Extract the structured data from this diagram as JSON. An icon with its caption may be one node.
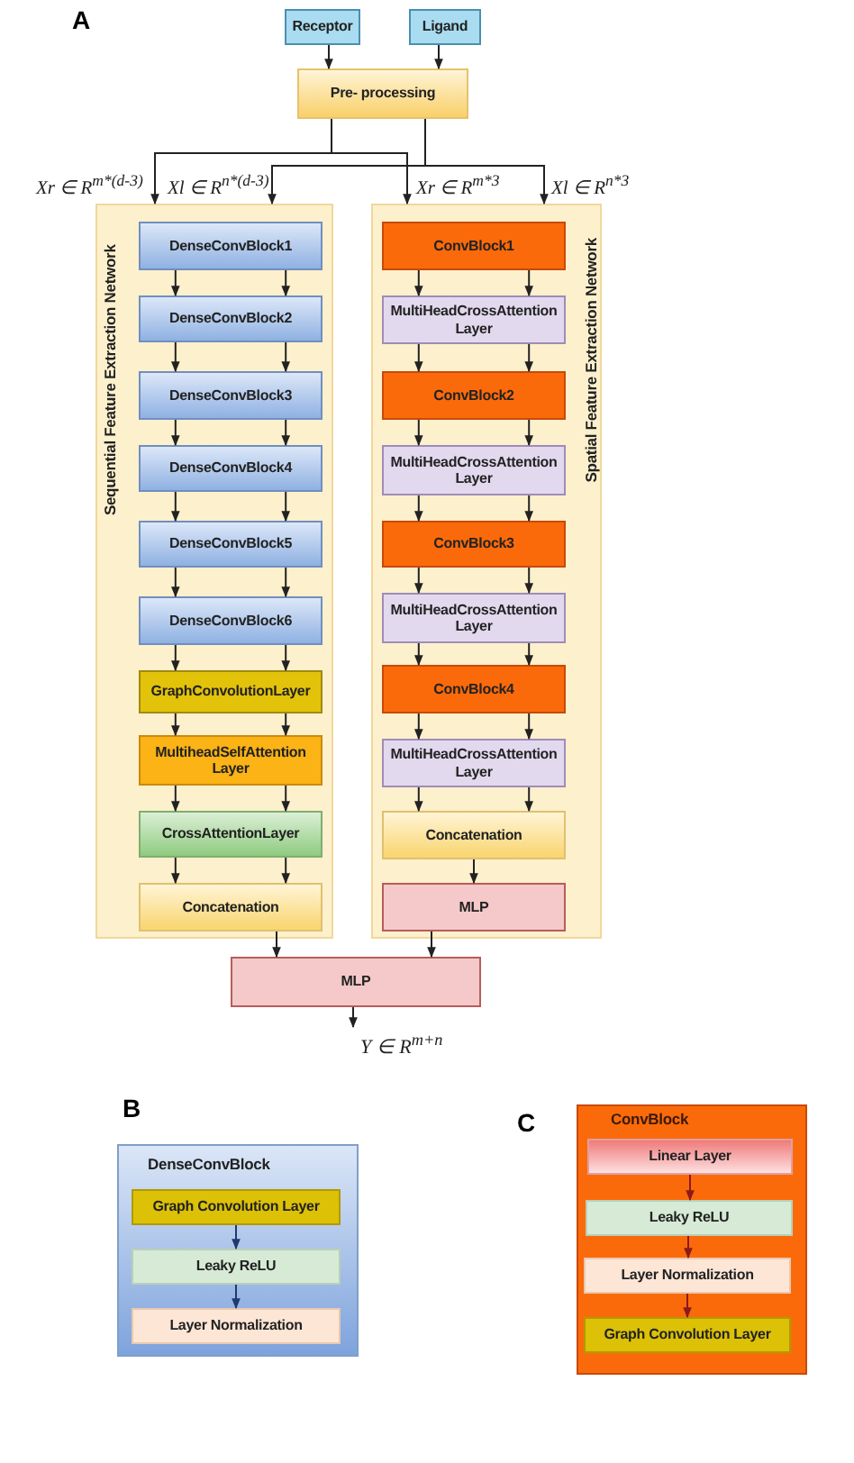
{
  "diagram": {
    "nodes": [
      {
        "text": [
          "Receptor"
        ]
      },
      {
        "text": [
          "Ligand"
        ]
      },
      {
        "text": [
          "Pre- processing"
        ]
      },
      {
        "text": [
          "Sequential Feature Extraction Network"
        ]
      },
      {
        "text": [
          "DenseConvBlock1"
        ],
        "in": 3
      },
      {
        "text": [
          "DenseConvBlock2"
        ],
        "in": 3
      },
      {
        "text": [
          "DenseConvBlock3"
        ],
        "in": 3
      },
      {
        "text": [
          "DenseConvBlock4"
        ],
        "in": 3
      },
      {
        "text": [
          "DenseConvBlock5"
        ],
        "in": 3
      },
      {
        "text": [
          "DenseConvBlock6"
        ],
        "in": 3
      },
      {
        "text": [
          "GraphConvolutionLayer"
        ],
        "in": 3
      },
      {
        "text": [
          "MultiheadSelfAttention Layer"
        ],
        "in": 3
      },
      {
        "text": [
          "CrossAttentionLayer"
        ],
        "in": 3
      },
      {
        "text": [
          "Concatenation"
        ],
        "in": 3
      },
      {
        "text": [
          "Spatial Feature Extraction Network"
        ]
      },
      {
        "text": [
          "ConvBlock1"
        ],
        "in": 14
      },
      {
        "text": [
          "MultiHeadCrossAttention Layer"
        ],
        "in": 14
      },
      {
        "text": [
          "ConvBlock2"
        ],
        "in": 14
      },
      {
        "text": [
          "MultiHeadCrossAttention Layer"
        ],
        "in": 14
      },
      {
        "text": [
          "ConvBlock3"
        ],
        "in": 14
      },
      {
        "text": [
          "MultiHeadCrossAttention Layer"
        ],
        "in": 14
      },
      {
        "text": [
          "ConvBlock4"
        ],
        "in": 14
      },
      {
        "text": [
          "MultiHeadCrossAttention Layer"
        ],
        "in": 14
      },
      {
        "text": [
          "Concatenation"
        ],
        "in": 14
      },
      {
        "text": [
          "MLP"
        ],
        "in": 14
      },
      {
        "text": [
          "MLP"
        ]
      },
      {
        "text": [
          "Y ∈ R$^{m+n}$"
        ]
      },
      {
        "text": [
          "DenseConvBlock"
        ]
      },
      {
        "text": [
          "Graph Convolution Layer"
        ],
        "in": 27
      },
      {
        "text": [
          "Leaky ReLU"
        ],
        "in": 27
      },
      {
        "text": [
          "Layer Normalization"
        ],
        "in": 27
      },
      {
        "text": [
          "ConvBlock"
        ]
      },
      {
        "text": [
          "Linear  Layer"
        ],
        "in": 31
      },
      {
        "text": [
          "Leaky ReLU"
        ],
        "in": 31
      },
      {
        "text": [
          "Layer Normalization"
        ],
        "in": 31
      },
      {
        "text": [
          "Graph Convolution Layer"
        ],
        "in": 31
      }
    ],
    "edges": [
      {
        "from": 0,
        "to": 2,
        "arrow": "to"
      },
      {
        "from": 1,
        "to": 2,
        "arrow": "to"
      },
      {
        "from": 2,
        "to": 3,
        "arrow": "to"
      },
      {
        "from": 2,
        "to": 3,
        "arrow": "to"
      },
      {
        "from": 2,
        "to": 14,
        "arrow": "to"
      },
      {
        "from": 2,
        "to": 14,
        "arrow": "to"
      },
      {
        "from": 4,
        "to": 5,
        "arrow": "to"
      },
      {
        "from": 4,
        "to": 5,
        "arrow": "to"
      },
      {
        "from": 5,
        "to": 6,
        "arrow": "to"
      },
      {
        "from": 5,
        "to": 6,
        "arrow": "to"
      },
      {
        "from": 6,
        "to": 7,
        "arrow": "to"
      },
      {
        "from": 6,
        "to": 7,
        "arrow": "to"
      },
      {
        "from": 7,
        "to": 8,
        "arrow": "to"
      },
      {
        "from": 7,
        "to": 8,
        "arrow": "to"
      },
      {
        "from": 8,
        "to": 9,
        "arrow": "to"
      },
      {
        "from": 8,
        "to": 9,
        "arrow": "to"
      },
      {
        "from": 9,
        "to": 10,
        "arrow": "to"
      },
      {
        "from": 9,
        "to": 10,
        "arrow": "to"
      },
      {
        "from": 10,
        "to": 11,
        "arrow": "to"
      },
      {
        "from": 10,
        "to": 11,
        "arrow": "to"
      },
      {
        "from": 11,
        "to": 12,
        "arrow": "to"
      },
      {
        "from": 11,
        "to": 12,
        "arrow": "to"
      },
      {
        "from": 12,
        "to": 13,
        "arrow": "to"
      },
      {
        "from": 12,
        "to": 13,
        "arrow": "to"
      },
      {
        "from": 15,
        "to": 16,
        "arrow": "to"
      },
      {
        "from": 15,
        "to": 16,
        "arrow": "to"
      },
      {
        "from": 16,
        "to": 17,
        "arrow": "to"
      },
      {
        "from": 16,
        "to": 17,
        "arrow": "to"
      },
      {
        "from": 17,
        "to": 18,
        "arrow": "to"
      },
      {
        "from": 17,
        "to": 18,
        "arrow": "to"
      },
      {
        "from": 18,
        "to": 19,
        "arrow": "to"
      },
      {
        "from": 18,
        "to": 19,
        "arrow": "to"
      },
      {
        "from": 19,
        "to": 20,
        "arrow": "to"
      },
      {
        "from": 19,
        "to": 20,
        "arrow": "to"
      },
      {
        "from": 20,
        "to": 21,
        "arrow": "to"
      },
      {
        "from": 20,
        "to": 21,
        "arrow": "to"
      },
      {
        "from": 21,
        "to": 22,
        "arrow": "to"
      },
      {
        "from": 21,
        "to": 22,
        "arrow": "to"
      },
      {
        "from": 22,
        "to": 23,
        "arrow": "to"
      },
      {
        "from": 22,
        "to": 23,
        "arrow": "to"
      },
      {
        "from": 23,
        "to": 24,
        "arrow": "to"
      },
      {
        "from": 13,
        "to": 25,
        "arrow": "to"
      },
      {
        "from": 24,
        "to": 25,
        "arrow": "to"
      },
      {
        "from": 25,
        "to": 26,
        "arrow": "to"
      },
      {
        "from": 28,
        "to": 29,
        "arrow": "to",
        "color": "#1f3a6e"
      },
      {
        "from": 29,
        "to": 30,
        "arrow": "to",
        "color": "#1f3a6e"
      },
      {
        "from": 32,
        "to": 33,
        "arrow": "to",
        "color": "#8b1a1a"
      },
      {
        "from": 33,
        "to": 34,
        "arrow": "to",
        "color": "#8b1a1a"
      },
      {
        "from": 34,
        "to": 35,
        "arrow": "to",
        "color": "#8b1a1a"
      }
    ],
    "labels": [
      "A",
      "Xr ∈ R$^{m*(d-3)}$",
      "Xl ∈ R$^{n*(d-3)}$",
      "Xr ∈ R$^{m*3}$",
      "Xl ∈ R$^{n*3}$",
      "B",
      "C"
    ]
  }
}
